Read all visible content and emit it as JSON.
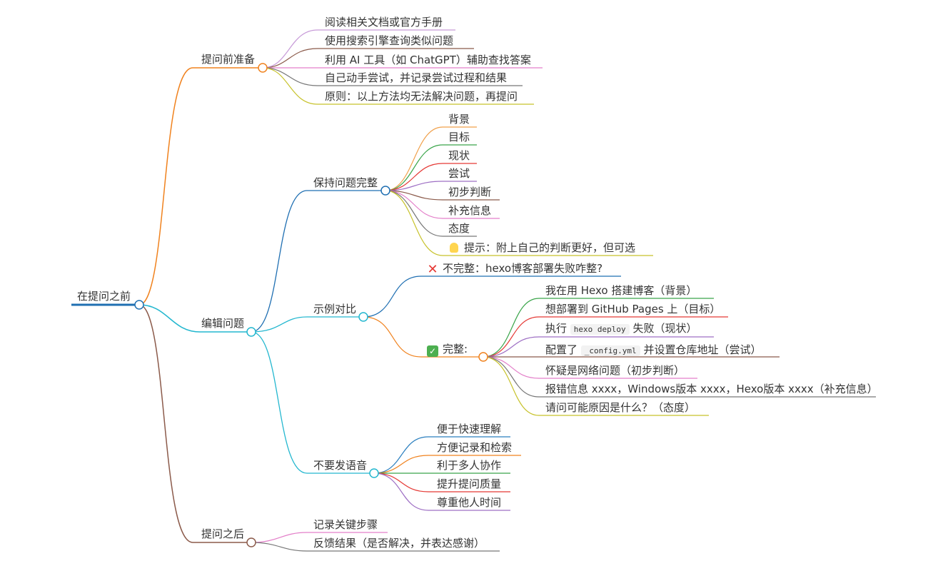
{
  "root": "在提问之前",
  "branches": {
    "prep": {
      "label": "提问前准备",
      "items": [
        "阅读相关文档或官方手册",
        "使用搜索引擎查询类似问题",
        "利用 AI 工具（如 ChatGPT）辅助查找答案",
        "自己动手尝试，并记录尝试过程和结果",
        "原则：以上方法均无法解决问题，再提问"
      ]
    },
    "edit": {
      "label": "编辑问题",
      "complete": {
        "label": "保持问题完整",
        "items": [
          "背景",
          "目标",
          "现状",
          "尝试",
          "初步判断",
          "补充信息",
          "态度"
        ],
        "tip_icon": "lightbulb-icon",
        "tip": "提示：附上自己的判断更好，但可选"
      },
      "compare": {
        "label": "示例对比",
        "bad_icon": "cross-mark-icon",
        "bad": "不完整：hexo博客部署失败咋整?",
        "good_icon": "check-mark-icon",
        "good": "完整:",
        "good_items": {
          "i1": "我在用 Hexo 搭建博客（背景）",
          "i2": "想部署到 GitHub Pages 上（目标）",
          "i3_pre": "执行",
          "i3_code": "hexo deploy",
          "i3_post": "失败（现状）",
          "i4_pre": "配置了",
          "i4_code": "_config.yml",
          "i4_post": "并设置仓库地址（尝试）",
          "i5": "怀疑是网络问题（初步判断）",
          "i6": "报错信息 xxxx，Windows版本 xxxx，Hexo版本 xxxx（补充信息）",
          "i7": "请问可能原因是什么？（态度）"
        }
      },
      "voice": {
        "label": "不要发语音",
        "items": [
          "便于快速理解",
          "方便记录和检索",
          "利于多人协作",
          "提升提问质量",
          "尊重他人时间"
        ]
      }
    },
    "after": {
      "label": "提问之后",
      "items": [
        "记录关键步骤",
        "反馈结果（是否解决，并表达感谢）"
      ]
    }
  },
  "colors": {
    "root": "#1f6fb2",
    "prep": "#f0821e",
    "edit": "#23b7cf",
    "after": "#8b5a4a",
    "complete": "#1f6fb2",
    "compare_bad": "#1f6fb2",
    "compare_good": "#f0821e",
    "voice": "#23b7cf",
    "palette": [
      "#f0a04b",
      "#c79bd8",
      "#8b5a4a",
      "#e37fc9",
      "#777777",
      "#c7c22b",
      "#3aa54a",
      "#e53935",
      "#9e6fc4",
      "#2a7fbf"
    ]
  }
}
